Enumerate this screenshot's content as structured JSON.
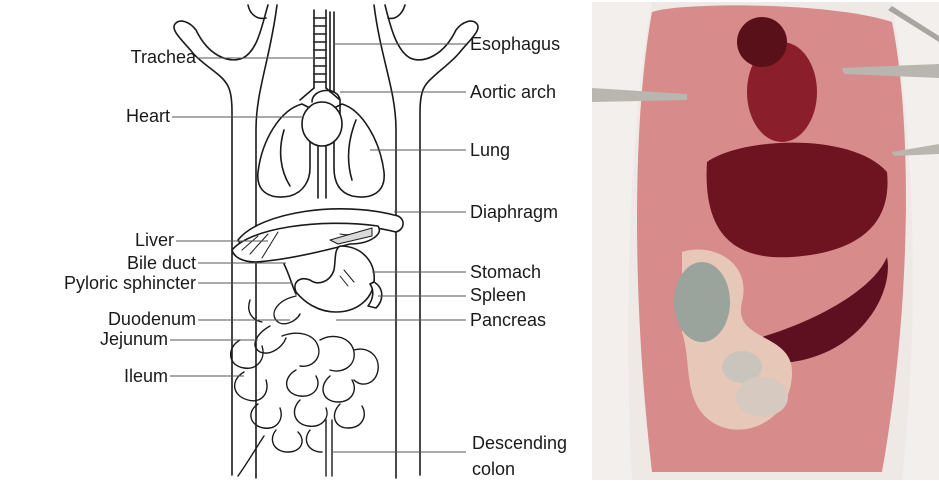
{
  "diagram": {
    "left_labels": [
      {
        "id": "trachea",
        "text": "Trachea"
      },
      {
        "id": "heart",
        "text": "Heart"
      },
      {
        "id": "liver",
        "text": "Liver"
      },
      {
        "id": "bile-duct",
        "text": "Bile duct"
      },
      {
        "id": "pyloric-sphincter",
        "text": "Pyloric sphincter"
      },
      {
        "id": "duodenum",
        "text": "Duodenum"
      },
      {
        "id": "jejunum",
        "text": "Jejunum"
      },
      {
        "id": "ileum",
        "text": "Ileum"
      }
    ],
    "right_labels": [
      {
        "id": "esophagus",
        "text": "Esophagus"
      },
      {
        "id": "aortic-arch",
        "text": "Aortic arch"
      },
      {
        "id": "lung",
        "text": "Lung"
      },
      {
        "id": "diaphragm",
        "text": "Diaphragm"
      },
      {
        "id": "stomach",
        "text": "Stomach"
      },
      {
        "id": "spleen",
        "text": "Spleen"
      },
      {
        "id": "pancreas",
        "text": "Pancreas"
      },
      {
        "id": "descending-colon-1",
        "text": "Descending"
      },
      {
        "id": "descending-colon-2",
        "text": "colon"
      }
    ]
  },
  "colors": {
    "line": "#1a1a1a",
    "organ_fill": "#ffffff",
    "shade": "#d9d9d9",
    "photo_bg": "#efe9e6",
    "tissue_pink": "#d88b8b",
    "liver": "#6e1420",
    "fur": "#f3efec"
  }
}
